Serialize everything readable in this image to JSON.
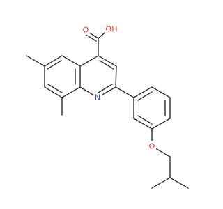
{
  "atom_labels": {
    "carboxyl_oxygen_double": "O",
    "carboxyl_oxygen_hydroxyl": "OH",
    "ring_nitrogen": "N",
    "ether_oxygen": "O"
  },
  "colors": {
    "bond": "#3a3a3a",
    "oxygen": "#e8312a",
    "nitrogen": "#3355cc",
    "background": "#ffffff"
  }
}
